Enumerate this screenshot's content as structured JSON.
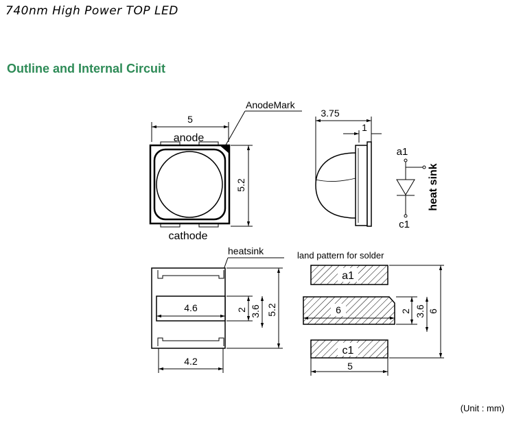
{
  "header": {
    "title": "740nm High Power TOP LED"
  },
  "section": {
    "title": "Outline and Internal Circuit"
  },
  "top_view": {
    "width_dim": "5",
    "height_dim": "5.2",
    "anode_label": "anode",
    "cathode_label": "cathode",
    "anode_mark_label": "AnodeMark"
  },
  "side_view": {
    "total_dim": "3.75",
    "lens_dim": "1"
  },
  "circuit": {
    "a_label": "a1",
    "c_label": "c1",
    "heatsink_label": "heat sink"
  },
  "bottom_view": {
    "heatsink_label": "heatsink",
    "pad_width_dim": "4.6",
    "lead_width_dim": "4.2",
    "dim_2": "2",
    "dim_3_6": "3.6",
    "dim_5_2": "5.2"
  },
  "land_pattern": {
    "title": "land pattern for solder",
    "a_label": "a1",
    "center_label": "6",
    "c_label": "c1",
    "width_dim": "5",
    "dim_2": "2",
    "dim_3_6": "3.6",
    "dim_6": "6"
  },
  "footer": {
    "unit_note": "(Unit : mm)"
  }
}
